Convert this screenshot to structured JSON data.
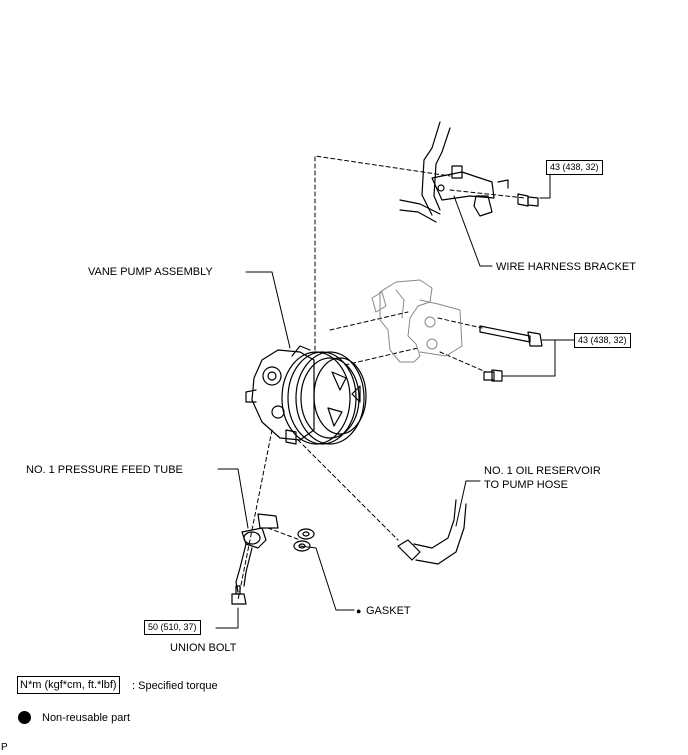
{
  "callouts": {
    "vane_pump": "VANE PUMP ASSEMBLY",
    "wire_harness_bracket": "WIRE HARNESS BRACKET",
    "pressure_feed_tube": "NO. 1 PRESSURE FEED TUBE",
    "reservoir_hose_line1": "NO. 1 OIL RESERVOIR",
    "reservoir_hose_line2": "TO PUMP HOSE",
    "gasket_bullet": "●",
    "gasket": "GASKET",
    "union_bolt": "UNION BOLT"
  },
  "torques": {
    "bracket_bolt": "43 (438, 32)",
    "pump_bolts": "43 (438, 32)",
    "union_bolt": "50 (510, 37)"
  },
  "legend": {
    "torque_unit": "N*m (kgf*cm, ft.*lbf)",
    "torque_desc": ": Specified torque",
    "non_reusable": "Non-reusable part"
  },
  "corner_mark": "P"
}
